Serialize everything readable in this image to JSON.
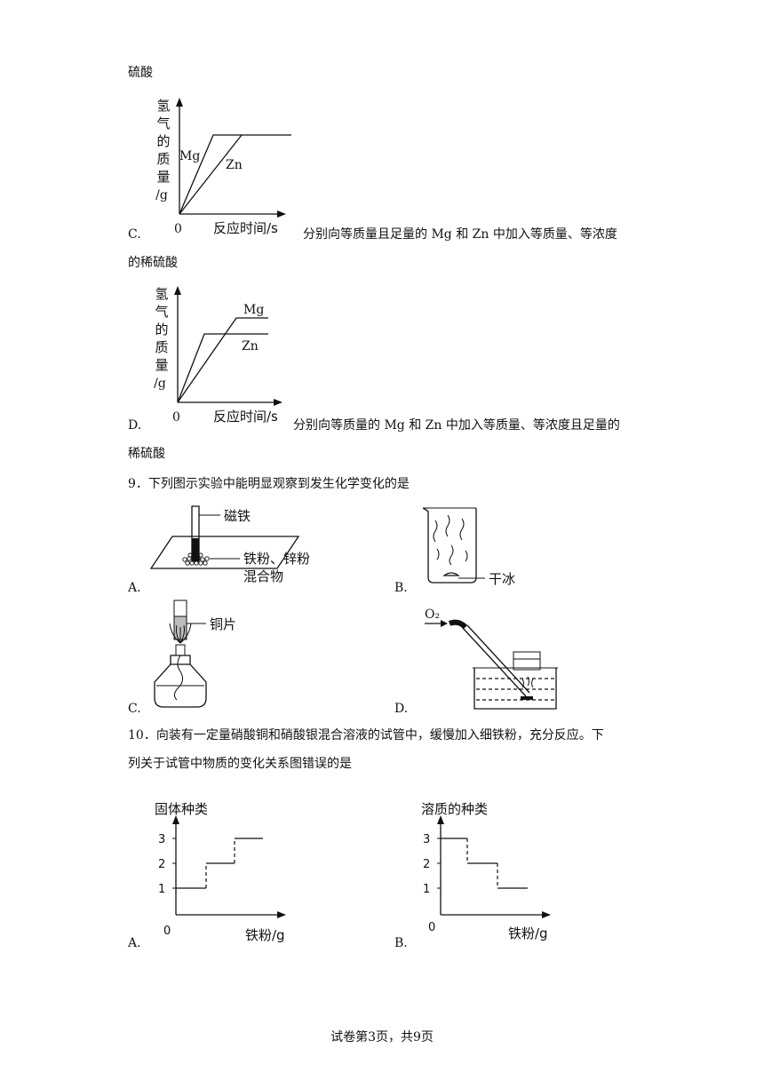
{
  "q8_tail": {
    "top_text": "硫酸",
    "optC": {
      "letter": "C.",
      "desc_line1": "分别向等质量且足量的 Mg 和 Zn 中加入等质量、等浓度",
      "desc_line2": "的稀硫酸",
      "graph": {
        "ylabel_chars": [
          "氢",
          "气",
          "的",
          "质",
          "量",
          "/g"
        ],
        "xlabel": "反应时间/s",
        "origin": "0",
        "series_labels": [
          "Mg",
          "Zn"
        ]
      }
    },
    "optD": {
      "letter": "D.",
      "desc_line1": "分别向等质量的 Mg 和 Zn 中加入等质量、等浓度且足量的",
      "desc_line2": "稀硫酸",
      "graph": {
        "ylabel_chars": [
          "氢",
          "气",
          "的",
          "质",
          "量",
          "/g"
        ],
        "xlabel": "反应时间/s",
        "origin": "0",
        "series_labels": [
          "Mg",
          "Zn"
        ]
      }
    }
  },
  "q9": {
    "stem": "9．下列图示实验中能明显观察到发生化学变化的是",
    "A": {
      "letter": "A.",
      "label_magnet": "磁铁",
      "label_powder_1": "铁粉、锌粉",
      "label_powder_2": "混合物"
    },
    "B": {
      "letter": "B.",
      "label": "干冰"
    },
    "C": {
      "letter": "C.",
      "label": "铜片"
    },
    "D": {
      "letter": "D.",
      "label": "O₂"
    }
  },
  "q10": {
    "stem_line1": "10．向装有一定量硝酸铜和硝酸银混合溶液的试管中，缓慢加入细铁粉，充分反应。下",
    "stem_line2": "列关于试管中物质的变化关系图错误的是",
    "A": {
      "letter": "A.",
      "ylabel": "固体种类",
      "xlabel": "铁粉/g",
      "origin": "0",
      "ticks": [
        "1",
        "2",
        "3"
      ]
    },
    "B": {
      "letter": "B.",
      "ylabel": "溶质的种类",
      "xlabel": "铁粉/g",
      "origin": "0",
      "ticks": [
        "3",
        "2",
        "1"
      ]
    }
  },
  "footer": "试卷第3页，共9页"
}
